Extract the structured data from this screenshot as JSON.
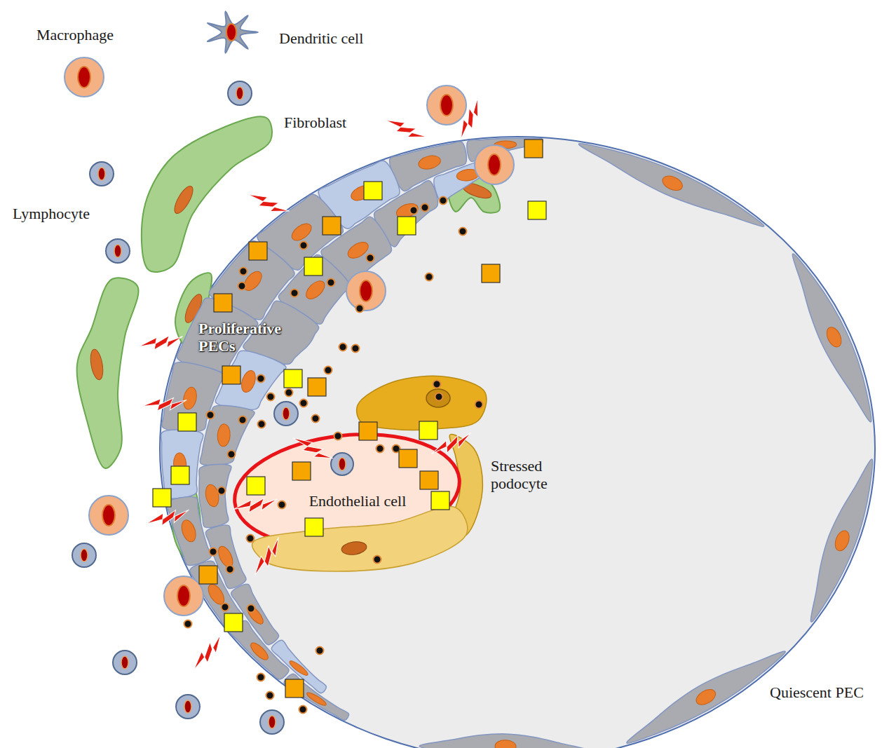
{
  "diagram": {
    "nodes": [
      {
        "text": [
          "Endothelial cell"
        ]
      }
    ],
    "labels": [
      "Macrophage",
      "Dendritic cell",
      "Fibroblast",
      "Lymphocyte",
      "Proliferative PECs",
      "Stressed podocyte",
      "Quiescent PEC"
    ]
  }
}
